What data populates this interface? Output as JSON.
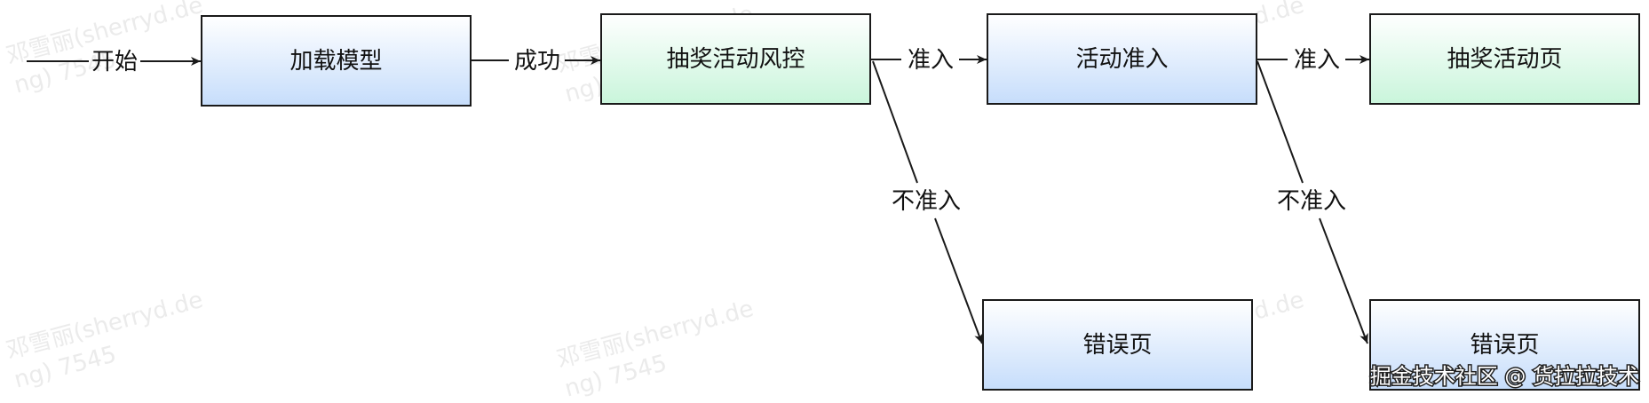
{
  "nodes": {
    "load_model": {
      "label": "加载模型",
      "fill": "blue"
    },
    "lottery_risk": {
      "label": "抽奖活动风控",
      "fill": "green"
    },
    "activity_access": {
      "label": "活动准入",
      "fill": "blue"
    },
    "lottery_page": {
      "label": "抽奖活动页",
      "fill": "green"
    },
    "error_page_1": {
      "label": "错误页",
      "fill": "blue"
    },
    "error_page_2": {
      "label": "错误页",
      "fill": "blue"
    }
  },
  "edges": {
    "start": "开始",
    "success": "成功",
    "allow_1": "准入",
    "allow_2": "准入",
    "deny_1": "不准入",
    "deny_2": "不准入"
  },
  "watermark": {
    "line1": "邓雪丽(sherryd.de",
    "line2": "ng) 7545"
  },
  "credit": "掘金技术社区 @ 货拉拉技术",
  "colors": {
    "blue_top": "#ffffff",
    "blue_bottom": "#c6ddfb",
    "green_top": "#ffffff",
    "green_bottom": "#c9f5db",
    "stroke": "#1a1a1a",
    "edge": "#1a1a1a"
  }
}
